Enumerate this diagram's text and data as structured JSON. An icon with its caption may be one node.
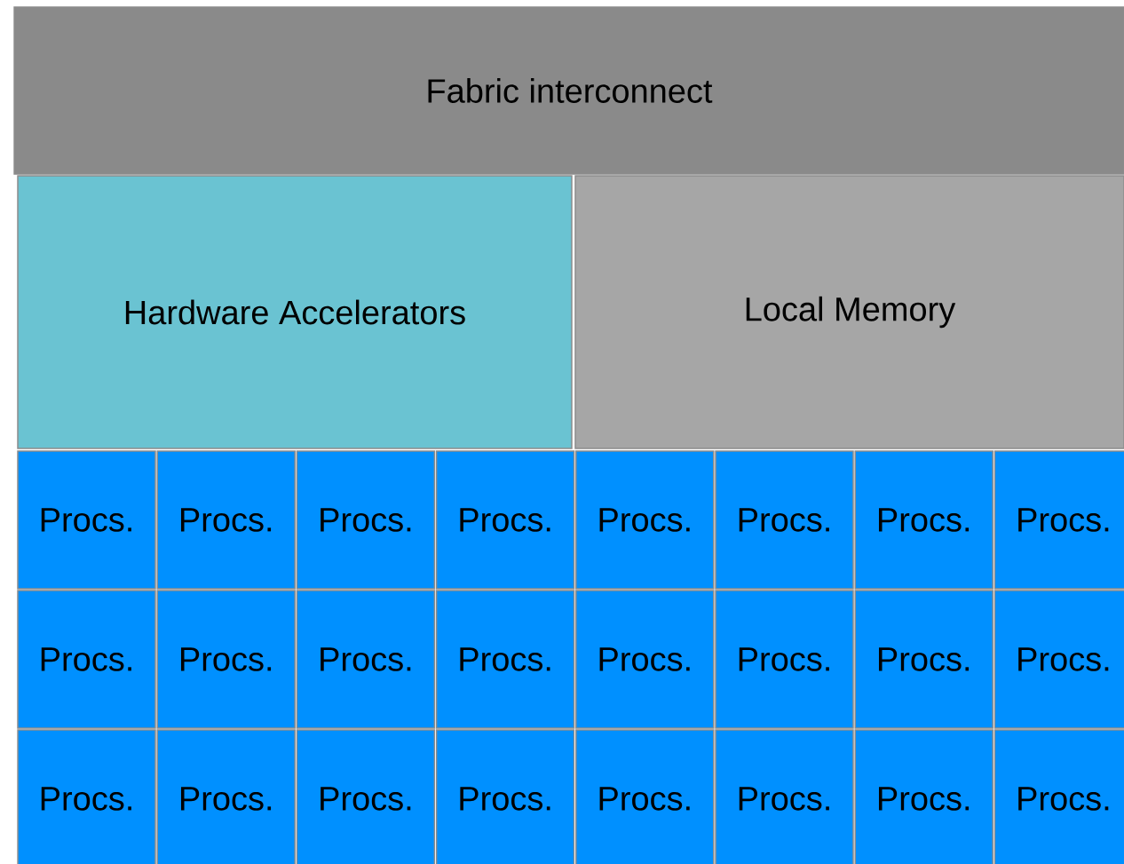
{
  "diagram": {
    "nodes": [
      {
        "text": [
          "Fabric interconnect"
        ]
      },
      {
        "text": [
          "Hardware Accelerators"
        ]
      },
      {
        "text": [
          "Local Memory"
        ]
      },
      {
        "text": [
          "Procs."
        ]
      },
      {
        "text": [
          "Procs."
        ]
      },
      {
        "text": [
          "Procs."
        ]
      },
      {
        "text": [
          "Procs."
        ]
      },
      {
        "text": [
          "Procs."
        ]
      },
      {
        "text": [
          "Procs."
        ]
      },
      {
        "text": [
          "Procs."
        ]
      },
      {
        "text": [
          "Procs."
        ]
      },
      {
        "text": [
          "Procs."
        ]
      },
      {
        "text": [
          "Procs."
        ]
      },
      {
        "text": [
          "Procs."
        ]
      },
      {
        "text": [
          "Procs."
        ]
      },
      {
        "text": [
          "Procs."
        ]
      },
      {
        "text": [
          "Procs."
        ]
      },
      {
        "text": [
          "Procs."
        ]
      },
      {
        "text": [
          "Procs."
        ]
      },
      {
        "text": [
          "Procs."
        ]
      },
      {
        "text": [
          "Procs."
        ]
      },
      {
        "text": [
          "Procs."
        ]
      },
      {
        "text": [
          "Procs."
        ]
      },
      {
        "text": [
          "Procs."
        ]
      },
      {
        "text": [
          "Procs."
        ]
      },
      {
        "text": [
          "Procs."
        ]
      },
      {
        "text": [
          "Procs."
        ]
      }
    ]
  }
}
